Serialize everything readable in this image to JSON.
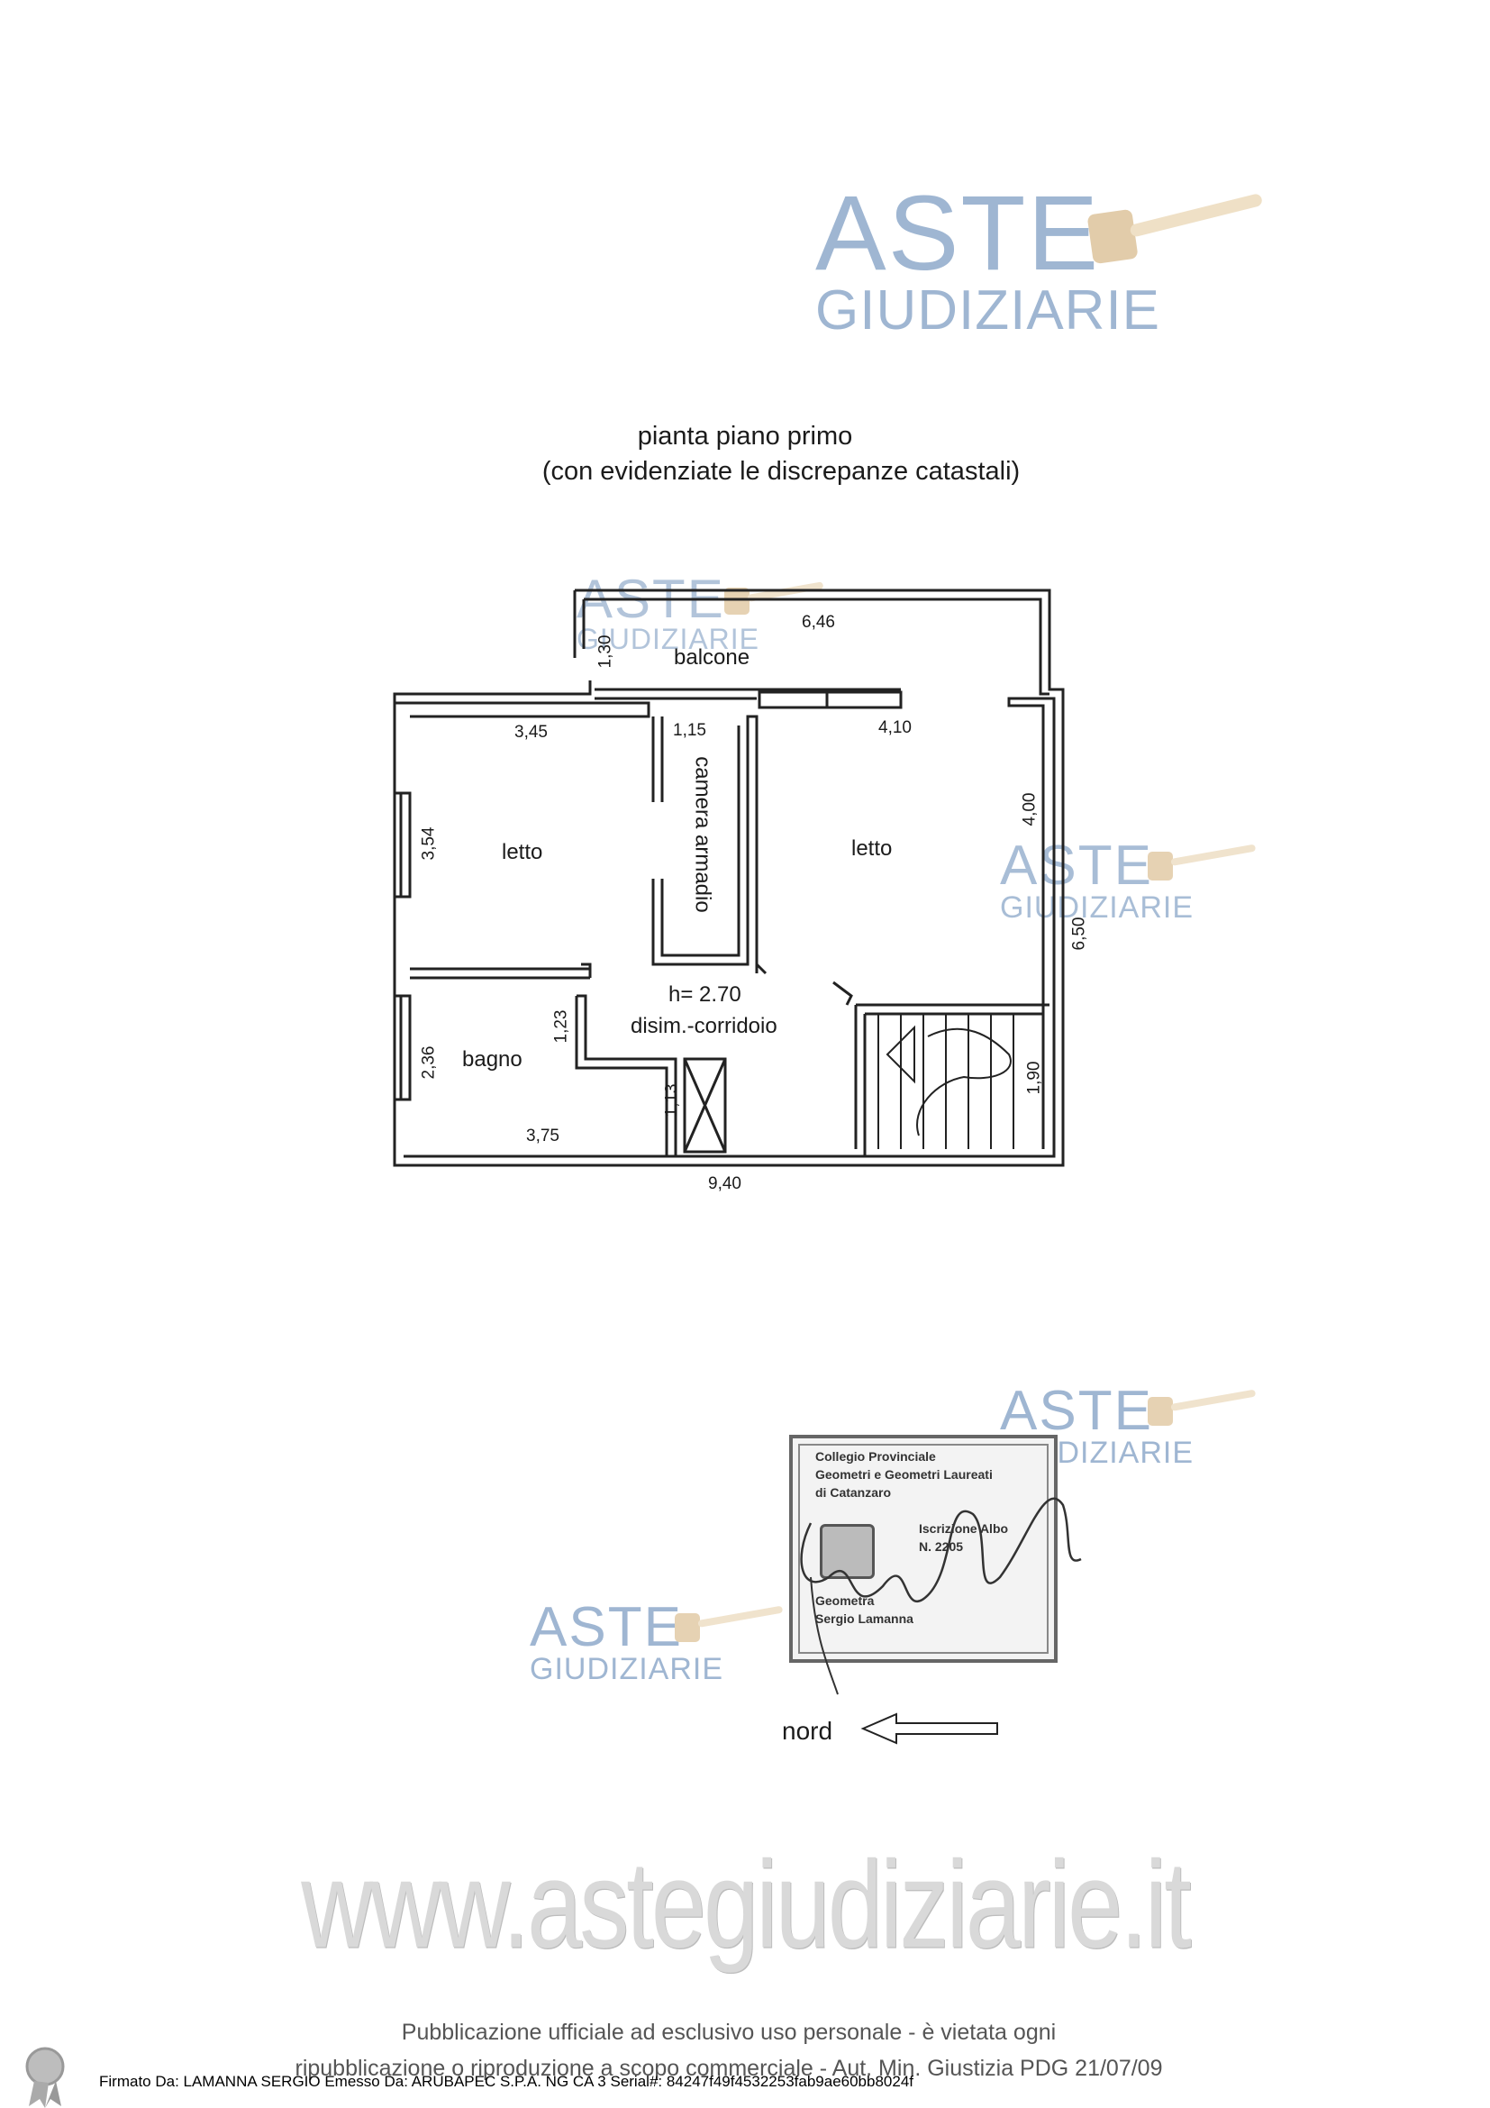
{
  "watermark": {
    "big": "ASTE",
    "small": "GIUDIZIARIE"
  },
  "title": {
    "line1": "pianta piano primo",
    "line2": "(con evidenziate le discrepanze catastali)"
  },
  "rooms": {
    "balcone": "balcone",
    "letto_left": "letto",
    "letto_right": "letto",
    "camera_armadio": "camera armadio",
    "bagno": "bagno",
    "height": "h= 2.70",
    "corridoio": "disim.-corridoio"
  },
  "dimensions": {
    "d_646": "6,46",
    "d_130": "1,30",
    "d_345": "3,45",
    "d_115": "1,15",
    "d_410": "4,10",
    "d_400": "4,00",
    "d_354": "3,54",
    "d_650": "6,50",
    "d_123": "1,23",
    "d_236": "2,36",
    "d_113": "1,13",
    "d_190": "1,90",
    "d_375": "3,75",
    "d_940": "9,40"
  },
  "stamp": {
    "line1": "Collegio Provinciale",
    "line2": "Geometri e Geometri Laureati",
    "line3": "di Catanzaro",
    "line4": "Iscrizione Albo",
    "line5": "N. 2205",
    "line6": "Geometra",
    "line7": "Sergio Lamanna"
  },
  "north": "nord",
  "website": "www.astegiudiziarie.it",
  "footer": {
    "line1": "Pubblicazione ufficiale ad esclusivo uso personale - è vietata ogni",
    "line2": "ripubblicazione o riproduzione a scopo commerciale - Aut. Min. Giustizia PDG 21/07/09"
  },
  "signature_line": "Firmato Da: LAMANNA SERGIO Emesso Da: ARUBAPEC S.P.A. NG CA 3 Serial#: 84247f49f4532253fab9ae60bb8024f"
}
